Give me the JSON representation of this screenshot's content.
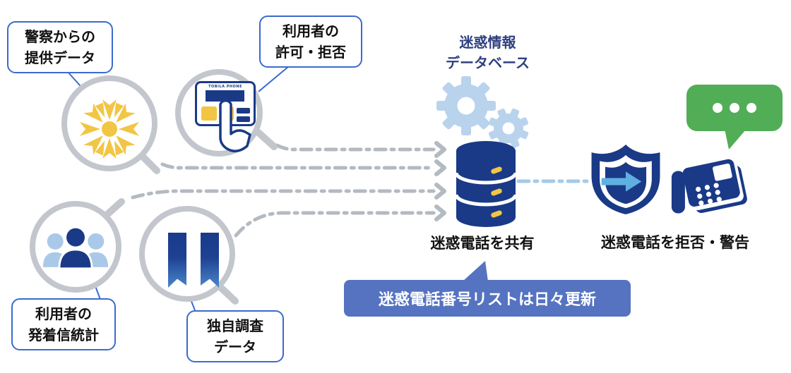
{
  "sources": {
    "police": {
      "line1": "警察からの",
      "line2": "提供データ"
    },
    "permission": {
      "line1": "利用者の",
      "line2": "許可・拒否"
    },
    "stats": {
      "line1": "利用者の",
      "line2": "発着信統計"
    },
    "survey": {
      "line1": "独自調査",
      "line2": "データ"
    }
  },
  "device": {
    "brand": "TOBILA PHONE"
  },
  "database": {
    "title1": "迷惑情報",
    "title2": "データベース",
    "caption": "迷惑電話を共有"
  },
  "banner": {
    "text": "迷惑電話番号リストは日々更新"
  },
  "output": {
    "caption": "迷惑電話を拒否・警告"
  },
  "icons": [
    "police-emblem-icon",
    "phone-device-icon",
    "tapping-finger-icon",
    "users-icon",
    "bar-ribbons-icon",
    "gears-icon",
    "database-cylinder-icon",
    "shield-arrow-icon",
    "desk-phone-icon",
    "speech-bubble-icon"
  ],
  "colors": {
    "navy": "#1a3a87",
    "banner_blue": "#5573c0",
    "accent_blue": "#3a6bd0",
    "yellow": "#f2c544",
    "light_blue_people": "#aac9e9",
    "pale_blue_gear": "#b9d3ed",
    "sky_blue_arrow": "#5fb0e0",
    "light_blue_dash": "#a5cae9",
    "green": "#52ad57",
    "circle_gray": "#c3c7cd",
    "dash_gray": "#b4bac1",
    "db_title_blue": "#2e4080"
  }
}
